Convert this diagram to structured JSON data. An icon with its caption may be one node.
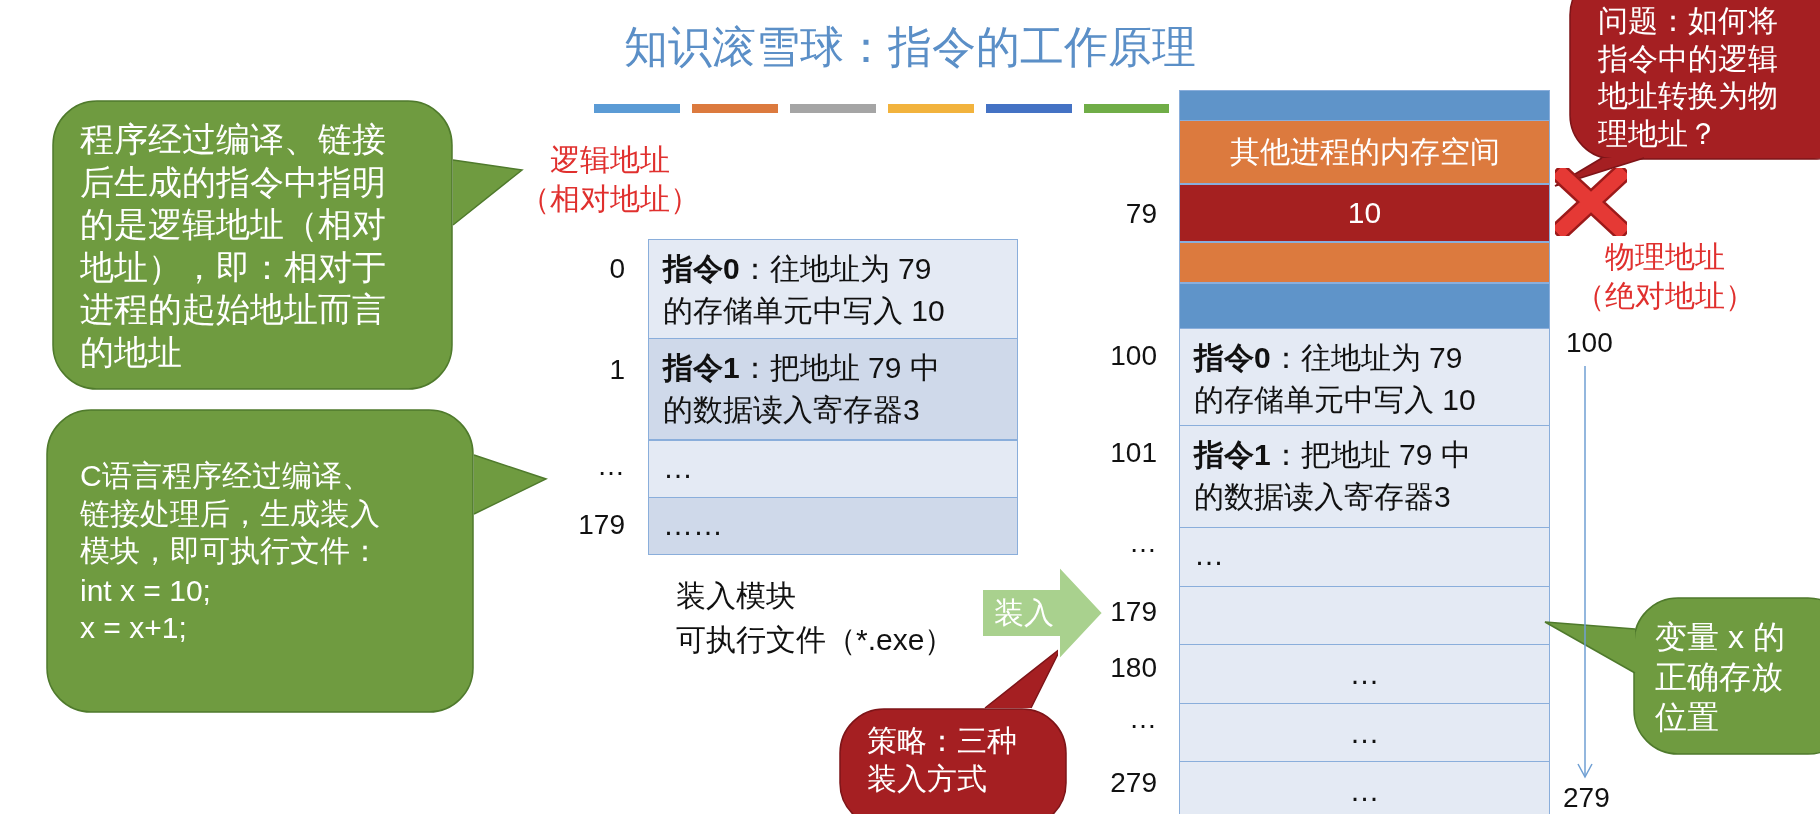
{
  "diagram": {
    "title": "知识滚雪球：指令的工作原理",
    "nodes": [
      {
        "text": [
          "程序经过编译、链接后生成的指令中指明的是逻辑地址（相对地址），即：相对于进程的起始地址而言的地址"
        ]
      },
      {
        "text": [
          "C语言程序经过编译、链接处理后，生成装入模块，即可执行文件：",
          "int x = 10;",
          "x = x+1;"
        ]
      },
      {
        "text": [
          "**指令0**：往地址为 79 的存储单元中写入 10"
        ],
        "beside": [
          "0"
        ]
      },
      {
        "text": [
          "**指令1**：把地址 79 中的数据读入寄存器3"
        ],
        "beside": [
          "1"
        ]
      },
      {
        "text": [
          "…"
        ],
        "beside": [
          "…"
        ]
      },
      {
        "text": [
          "……"
        ],
        "beside": [
          "179"
        ]
      },
      {
        "text": [
          "策略：三种装入方式"
        ]
      },
      {
        "text": [],
        "shape": "box"
      },
      {
        "text": [
          "其他进程的内存空间"
        ]
      },
      {
        "text": [
          "10"
        ],
        "beside": [
          "79"
        ]
      },
      {
        "text": [],
        "shape": "box"
      },
      {
        "text": [],
        "shape": "box"
      },
      {
        "text": [
          "**指令0**：往地址为 79 的存储单元中写入 10"
        ],
        "beside": [
          "100"
        ]
      },
      {
        "text": [
          "**指令1**：把地址 79 中的数据读入寄存器3"
        ],
        "beside": [
          "101"
        ]
      },
      {
        "text": [
          "…"
        ],
        "beside": [
          "…"
        ]
      },
      {
        "text": [],
        "shape": "box",
        "beside": [
          "179"
        ]
      },
      {
        "text": [
          "…"
        ],
        "beside": [
          "180"
        ]
      },
      {
        "text": [
          "…"
        ],
        "beside": [
          "…"
        ]
      },
      {
        "text": [
          "…"
        ],
        "beside": [
          "279"
        ]
      },
      {
        "text": [
          "问题：如何将指令中的逻辑地址转换为物理地址？"
        ]
      },
      {
        "text": [
          "变量 x 的正确存放位置"
        ]
      }
    ],
    "edges": [
      {
        "from": 5,
        "to": 15,
        "arrow": "to",
        "label": "装入",
        "style": "thick"
      }
    ],
    "labels": [
      "逻辑地址（相对地址）",
      "装入模块",
      "可执行文件（*.exe）",
      "物理地址（绝对地址）",
      "100",
      "279"
    ]
  }
}
